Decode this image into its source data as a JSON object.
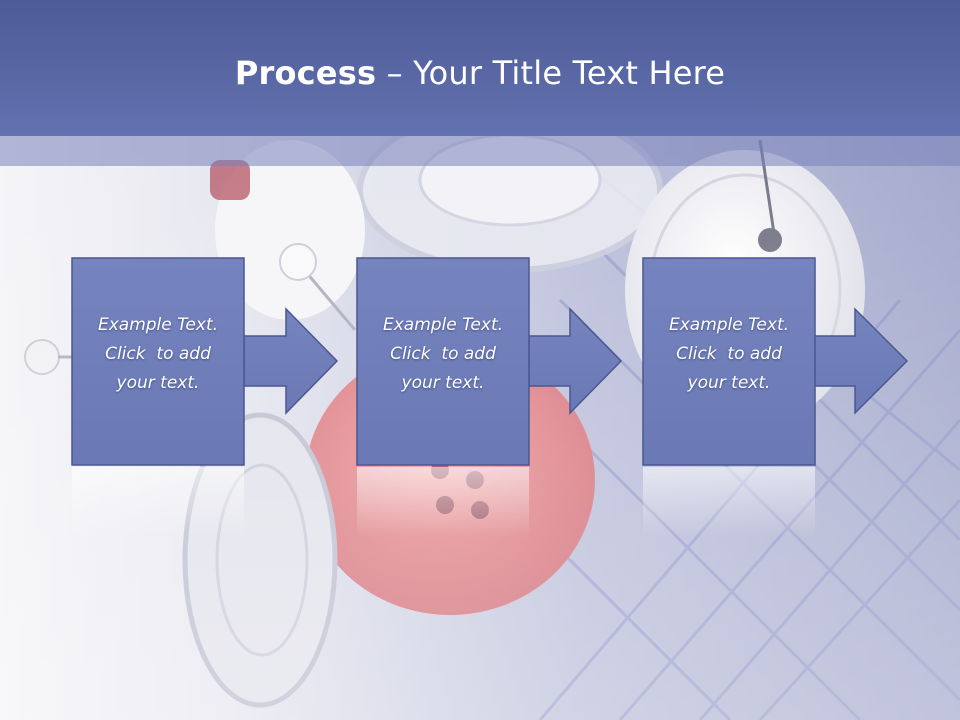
{
  "slide": {
    "title_bold": "Process",
    "title_rest": " – Your Title Text Here"
  },
  "steps": [
    {
      "line1": "Example Text.",
      "line2": "Click  to add",
      "line3": "your text."
    },
    {
      "line1": "Example Text.",
      "line2": "Click  to add",
      "line3": "your text."
    },
    {
      "line1": "Example Text.",
      "line2": "Click  to add",
      "line3": "your text."
    }
  ],
  "colors": {
    "title_bar": "#5564a3",
    "box_fill": "#7180bb",
    "box_stroke": "#4a568e",
    "text": "#ffffff"
  }
}
